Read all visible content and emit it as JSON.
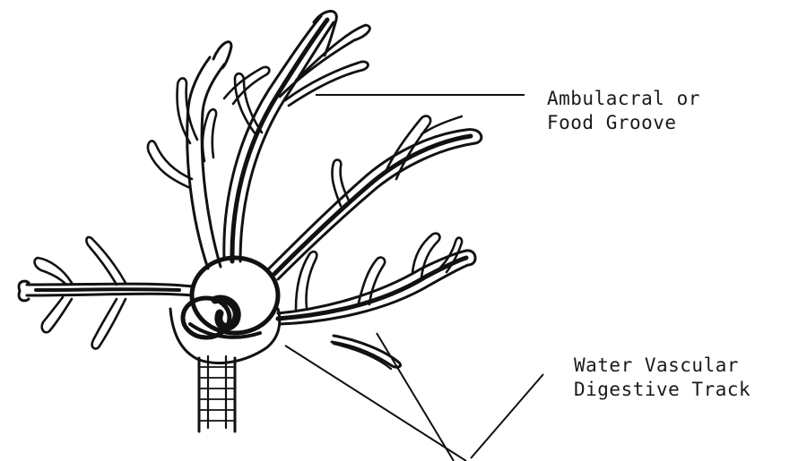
{
  "labels": {
    "food_groove": {
      "line1": "Ambulacral or",
      "line2": "Food Groove"
    },
    "water_vascular": {
      "line1": "Water Vascular",
      "line2": "Digestive Track"
    }
  },
  "colors": {
    "ink": "#111111",
    "paper": "#ffffff",
    "groove": "#222222"
  }
}
